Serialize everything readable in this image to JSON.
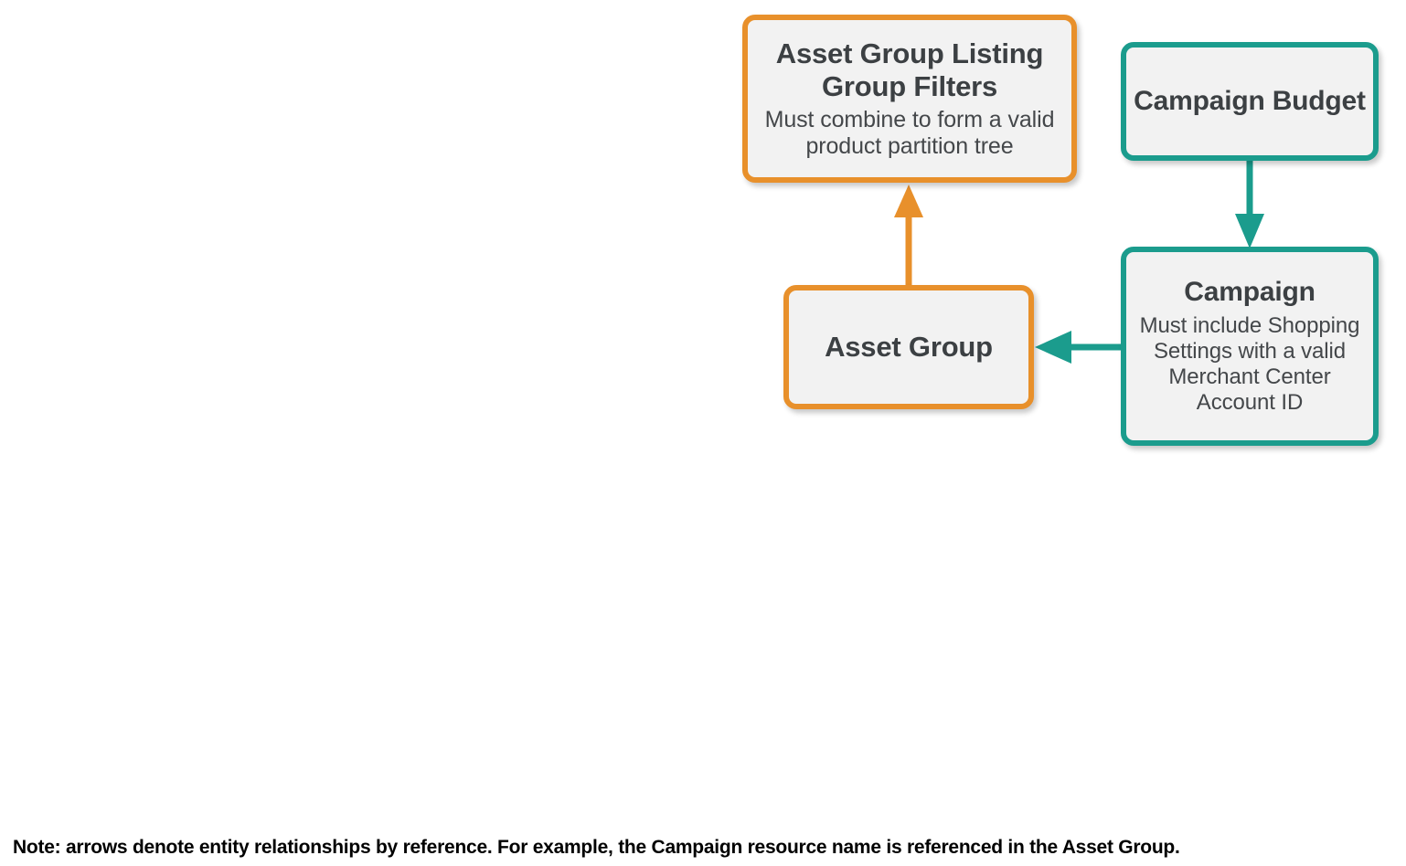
{
  "diagram": {
    "colors": {
      "orange": "#e8902b",
      "teal": "#1b9c8d",
      "node_fill": "#f2f2f2",
      "title_text": "#3c4043",
      "subtitle_text": "#44474a",
      "note_text": "#000000"
    },
    "nodes": [
      {
        "id": "asset-group-listing-group-filters",
        "title": "Asset Group Listing Group Filters",
        "subtitle": "Must combine to form a valid product partition tree",
        "accent": "orange"
      },
      {
        "id": "asset-group",
        "title": "Asset Group",
        "subtitle": "",
        "accent": "orange"
      },
      {
        "id": "campaign-budget",
        "title": "Campaign Budget",
        "subtitle": "",
        "accent": "teal"
      },
      {
        "id": "campaign",
        "title": "Campaign",
        "subtitle": "Must include Shopping Settings with a valid Merchant Center Account ID",
        "accent": "teal"
      }
    ],
    "edges": [
      {
        "id": "asset-group-to-listing-group-filters",
        "from": "asset-group",
        "to": "asset-group-listing-group-filters",
        "direction": "up",
        "accent": "orange"
      },
      {
        "id": "campaign-budget-to-campaign",
        "from": "campaign-budget",
        "to": "campaign",
        "direction": "down",
        "accent": "teal"
      },
      {
        "id": "campaign-to-asset-group",
        "from": "campaign",
        "to": "asset-group",
        "direction": "left",
        "accent": "teal"
      }
    ],
    "note": "Note: arrows denote entity relationships by reference. For example, the Campaign resource name is referenced in the Asset Group."
  }
}
